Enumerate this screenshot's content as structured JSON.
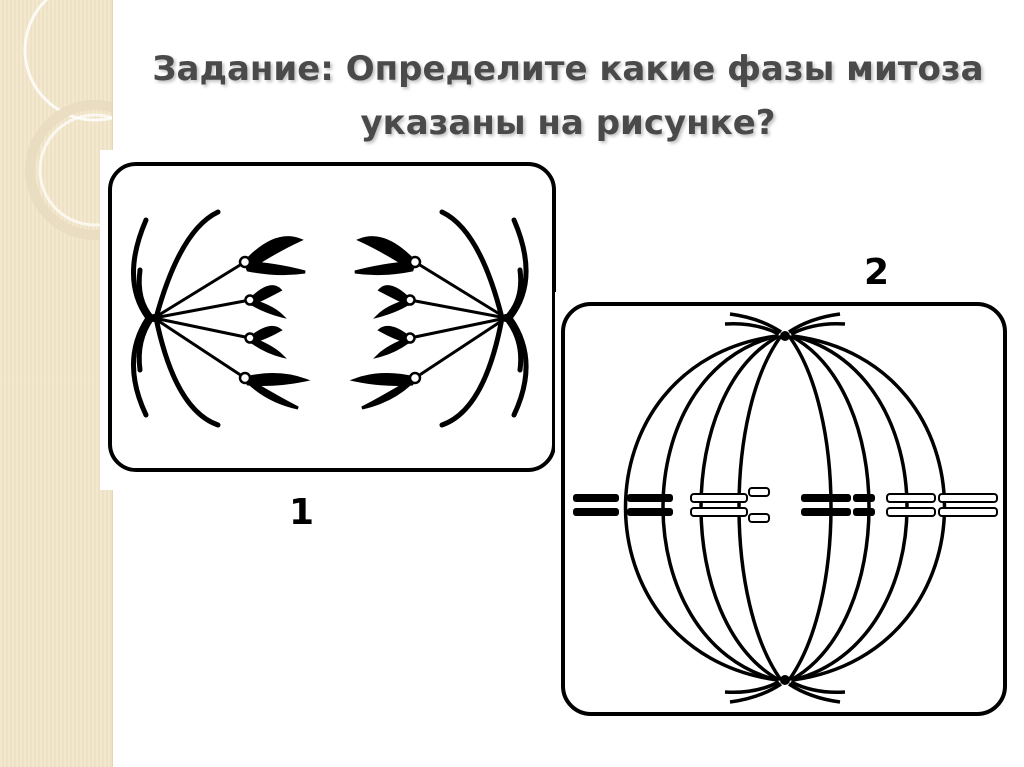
{
  "slide": {
    "title_line1": "Задание: Определите какие фазы митоза",
    "title_line2": "указаны на рисунке?"
  },
  "figures": {
    "fig1_label": "1",
    "fig2_label": "2"
  },
  "colors": {
    "strip_background": "#f2e6c9",
    "title_text": "#4a4a4a",
    "drawing_ink": "#000000"
  }
}
